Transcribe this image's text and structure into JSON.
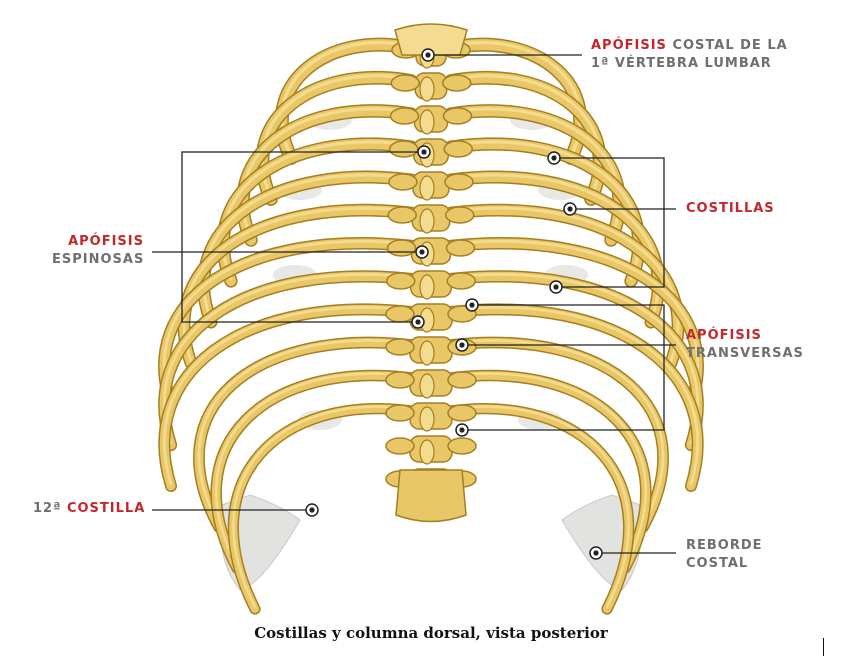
{
  "labels": {
    "apofisis_costal": {
      "red": "APÓFISIS",
      "gray1": "COSTAL DE LA",
      "gray2": "1ª VÉRTEBRA LUMBAR"
    },
    "costillas": "COSTILLAS",
    "apofisis_espinosas": {
      "red": "APÓFISIS",
      "gray": "ESPINOSAS"
    },
    "apofisis_transversas": {
      "red": "APÓFISIS",
      "gray": "TRANSVERSAS"
    },
    "costilla_12": {
      "gray": "12ª",
      "red": "COSTILLA"
    },
    "reborde_costal": {
      "line1": "REBORDE",
      "line2": "COSTAL"
    }
  },
  "caption": "Costillas y columna dorsal, vista posterior",
  "colors": {
    "bone": "#e9c766",
    "bone_light": "#f3dc8f",
    "bone_dark": "#a47f22",
    "cartilage": "#e2e2e0",
    "leader_line": "#222222",
    "label_red": "#c3272b",
    "label_gray": "#6f6f6f"
  }
}
